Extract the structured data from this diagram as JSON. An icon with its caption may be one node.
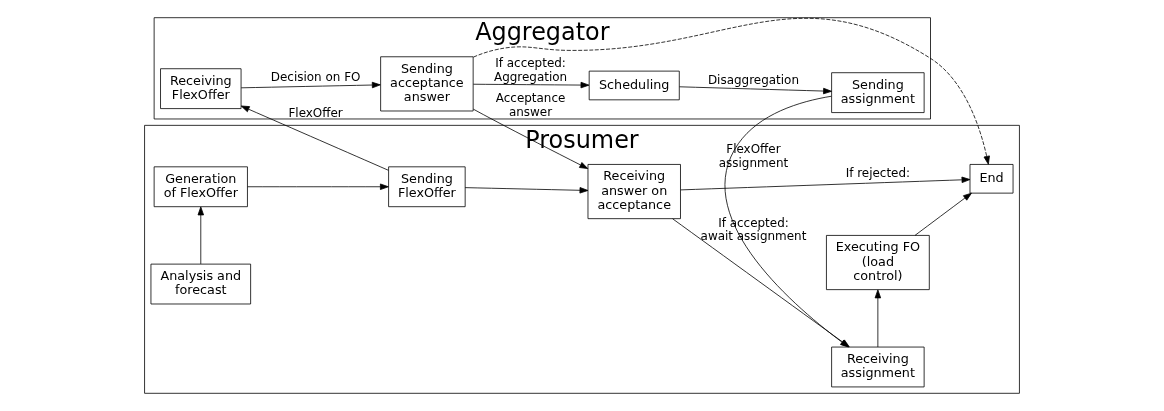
{
  "diagram": {
    "nodes": [
      {
        "text": [
          "Aggregator"
        ]
      },
      {
        "text": [
          "Receiving FlexOffer"
        ],
        "in": 0
      },
      {
        "text": [
          "Sending acceptance answer"
        ],
        "in": 0
      },
      {
        "text": [
          "Scheduling"
        ],
        "in": 0
      },
      {
        "text": [
          "Sending assignment"
        ],
        "in": 0
      },
      {
        "text": [
          "Prosumer"
        ]
      },
      {
        "text": [
          "Generation of FlexOffer"
        ],
        "in": 5
      },
      {
        "text": [
          "Sending FlexOffer"
        ],
        "in": 5
      },
      {
        "text": [
          "Receiving answer on acceptance"
        ],
        "in": 5
      },
      {
        "text": [
          "Receiving assignment"
        ],
        "in": 5
      },
      {
        "text": [
          "Analysis and forecast"
        ],
        "in": 5
      },
      {
        "text": [
          "End"
        ],
        "in": 5
      },
      {
        "text": [
          "Executing FO (load control)"
        ],
        "in": 5
      }
    ],
    "edges": [
      {
        "from": 1,
        "to": 2,
        "arrow": "to",
        "label": "Decision on FO"
      },
      {
        "from": 2,
        "to": 3,
        "arrow": "to",
        "label": "If accepted: Aggregation"
      },
      {
        "from": 3,
        "to": 4,
        "arrow": "to",
        "label": "Disaggregation"
      },
      {
        "from": 7,
        "to": 1,
        "arrow": "to",
        "label": "FlexOffer"
      },
      {
        "from": 2,
        "to": 8,
        "arrow": "to",
        "label": "Acceptance answer"
      },
      {
        "from": 2,
        "to": 11,
        "arrow": "to",
        "style": "dashed"
      },
      {
        "from": 4,
        "to": 9,
        "arrow": "to",
        "label": "FlexOffer assignment"
      },
      {
        "from": 6,
        "to": 7,
        "arrow": "to"
      },
      {
        "from": 7,
        "to": 8,
        "arrow": "to"
      },
      {
        "from": 8,
        "to": 9,
        "arrow": "to",
        "label": "If accepted: await assignment"
      },
      {
        "from": 10,
        "to": 6,
        "arrow": "to"
      },
      {
        "from": 8,
        "to": 11,
        "arrow": "to",
        "label": "If rejected:"
      },
      {
        "from": 12,
        "to": 11,
        "arrow": "to"
      },
      {
        "from": 9,
        "to": 12,
        "arrow": "to"
      }
    ]
  }
}
